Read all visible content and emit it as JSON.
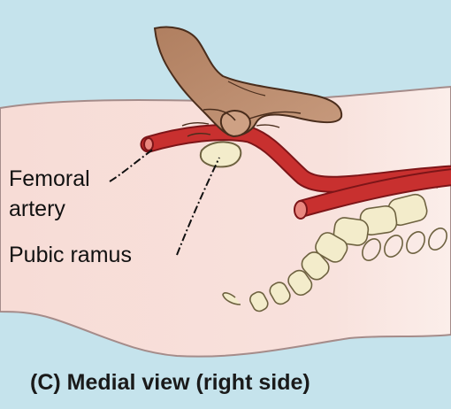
{
  "labels": {
    "femoral_line1": "Femoral",
    "femoral_line2": "artery",
    "pubic_ramus": "Pubic ramus"
  },
  "caption": "(C) Medial view (right side)",
  "colors": {
    "background": "#c5e3ec",
    "body": "#f7dcd6",
    "artery": "#c8302f",
    "bone": "#f3eccb",
    "hand": "#b88a6c",
    "leader_line": "#111111"
  }
}
